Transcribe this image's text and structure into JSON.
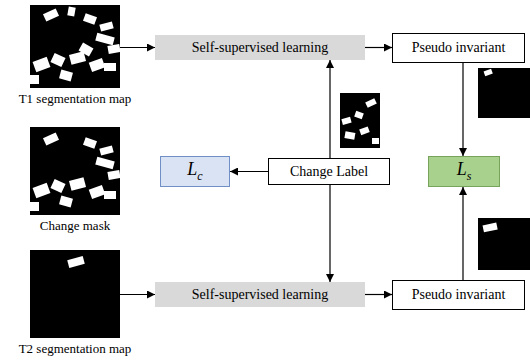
{
  "diagram": {
    "nodes": [
      {
        "text": [
          "T1 segmentation map"
        ]
      },
      {
        "text": [
          "Change mask"
        ]
      },
      {
        "text": [
          "T2 segmentation map"
        ]
      },
      {
        "text": [
          "Self-supervised learning"
        ]
      },
      {
        "text": [
          "Pseudo invariant"
        ]
      },
      {
        "text": [
          "Lc"
        ]
      },
      {
        "text": [
          "Change Label"
        ]
      },
      {
        "text": [
          "Ls"
        ]
      },
      {
        "text": [
          "Self-supervised learning"
        ]
      },
      {
        "text": [
          "Pseudo invariant"
        ]
      }
    ],
    "edges": [
      {
        "from": 0,
        "to": 3,
        "arrow": "to"
      },
      {
        "from": 2,
        "to": 8,
        "arrow": "to"
      },
      {
        "from": 6,
        "to": 3,
        "arrow": "to"
      },
      {
        "from": 6,
        "to": 8,
        "arrow": "to"
      },
      {
        "from": 6,
        "to": 5,
        "arrow": "to"
      },
      {
        "from": 3,
        "to": 4,
        "arrow": "to"
      },
      {
        "from": 8,
        "to": 9,
        "arrow": "to"
      },
      {
        "from": 4,
        "to": 7,
        "arrow": "to"
      },
      {
        "from": 9,
        "to": 7,
        "arrow": "to"
      }
    ]
  }
}
